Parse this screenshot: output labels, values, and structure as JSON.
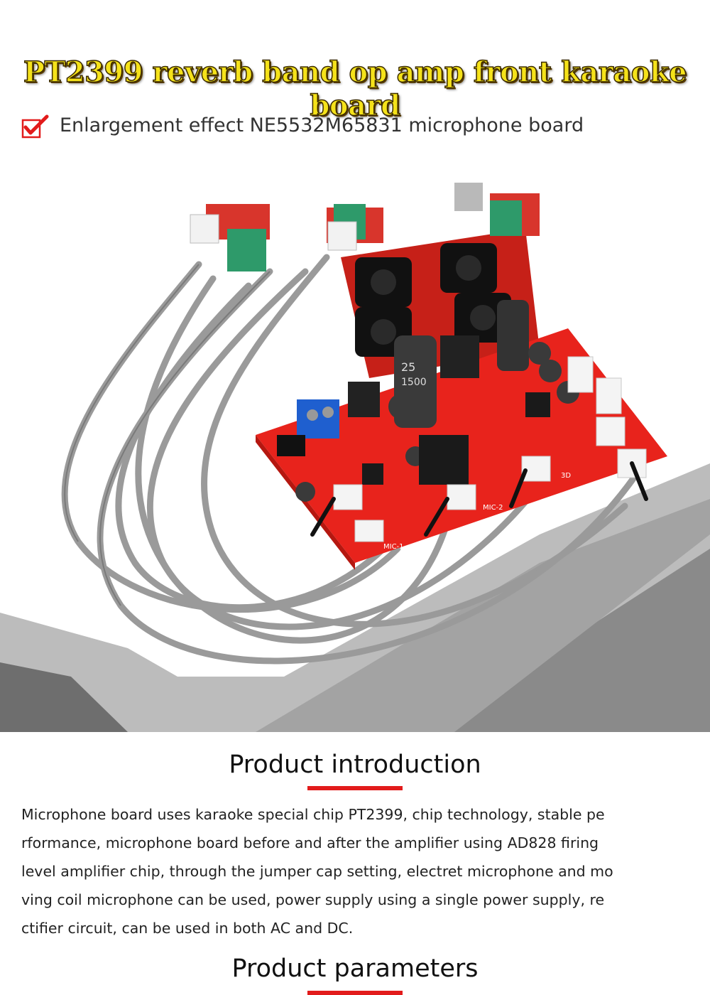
{
  "header": {
    "title": "PT2399 reverb band op amp front karaoke board",
    "subtitle": "Enlargement effect NE5532M65831 microphone board"
  },
  "hero": {
    "board_color": "#e8231c",
    "cable_color": "#9a9a9a",
    "capacitor_label_1": "25",
    "capacitor_label_2": "1500",
    "pcb_labels": [
      "MIC-1",
      "MIC-2",
      "3D"
    ]
  },
  "intro": {
    "heading": "Product introduction",
    "lines": [
      "Microphone board uses karaoke special chip PT2399, chip technology, stable pe",
      "rformance, microphone board before and after the amplifier using AD828 firing",
      "level amplifier chip, through the jumper cap setting, electret microphone and mo",
      "ving coil microphone can be used, power supply using a single power supply, re",
      "ctifier circuit, can be used in both AC and DC."
    ]
  },
  "parameters": {
    "heading": "Product parameters"
  },
  "colors": {
    "accent": "#e21b1b",
    "title_yellow": "#f5e21a"
  }
}
